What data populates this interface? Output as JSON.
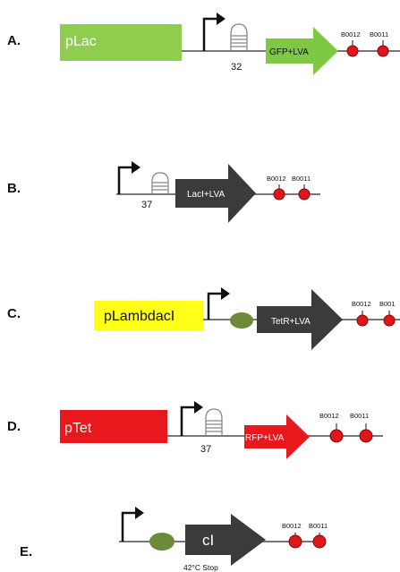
{
  "colors": {
    "plac": "#8fcd4e",
    "gfp": "#7fc843",
    "lambda": "#ffff1a",
    "ptet": "#e8191c",
    "rfp": "#e8191c",
    "dark_gene": "#3b3b3b",
    "operator": "#6b8a3a",
    "terminator": "#e0161b",
    "backbone": "#777777"
  },
  "icons": {
    "promoter": "bent-arrow-icon",
    "rbs": "hairpin-icon",
    "terminator": "red-ball-icon",
    "operator": "green-oval-icon"
  },
  "panels": [
    {
      "label": "A.",
      "promoter": "pLac",
      "rbs_label": "32",
      "gene": "GFP+LVA",
      "terminators": [
        "B0012",
        "B0011"
      ]
    },
    {
      "label": "B.",
      "rbs_label": "37",
      "gene": "LacI+LVA",
      "terminators": [
        "B0012",
        "B0011"
      ]
    },
    {
      "label": "C.",
      "promoter": "pLambdacI",
      "gene": "TetR+LVA",
      "terminators": [
        "B0012",
        "B001"
      ]
    },
    {
      "label": "D.",
      "promoter": "pTet",
      "rbs_label": "37",
      "gene": "RFP+LVA",
      "terminators": [
        "B0012",
        "B0011"
      ]
    },
    {
      "label": "E.",
      "gene": "cI",
      "gene_note": "42°C Stop",
      "terminators": [
        "B0012",
        "B0011"
      ]
    }
  ]
}
